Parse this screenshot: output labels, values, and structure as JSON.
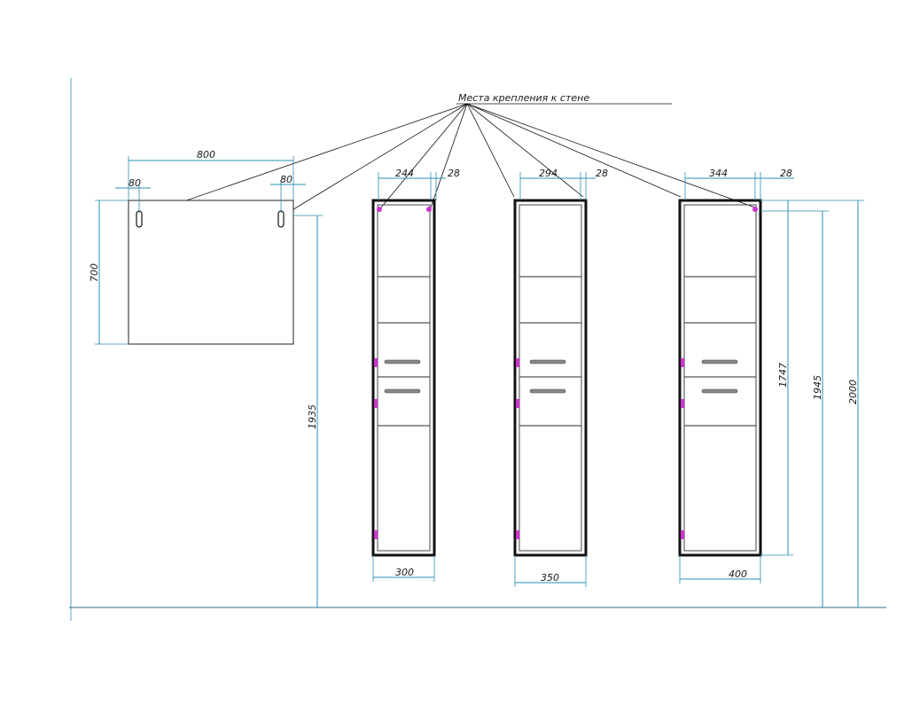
{
  "note": {
    "label": "Места крепления к стене"
  },
  "mirror": {
    "width": "800",
    "height": "700",
    "offset_left": "80",
    "offset_right": "80",
    "mount_height": "1935"
  },
  "cabinets": [
    {
      "width": "300",
      "mount_spacing": "244",
      "mount_offset": "28"
    },
    {
      "width": "350",
      "mount_spacing": "294",
      "mount_offset": "28"
    },
    {
      "width": "400",
      "mount_spacing": "344",
      "mount_offset": "28"
    }
  ],
  "heights": {
    "cabinet_body": "1747",
    "mount_point": "1945",
    "overall": "2000"
  },
  "colors": {
    "dimension": "#2a8fb3",
    "outline": "#111111",
    "mount_marker": "#cc33cc"
  }
}
